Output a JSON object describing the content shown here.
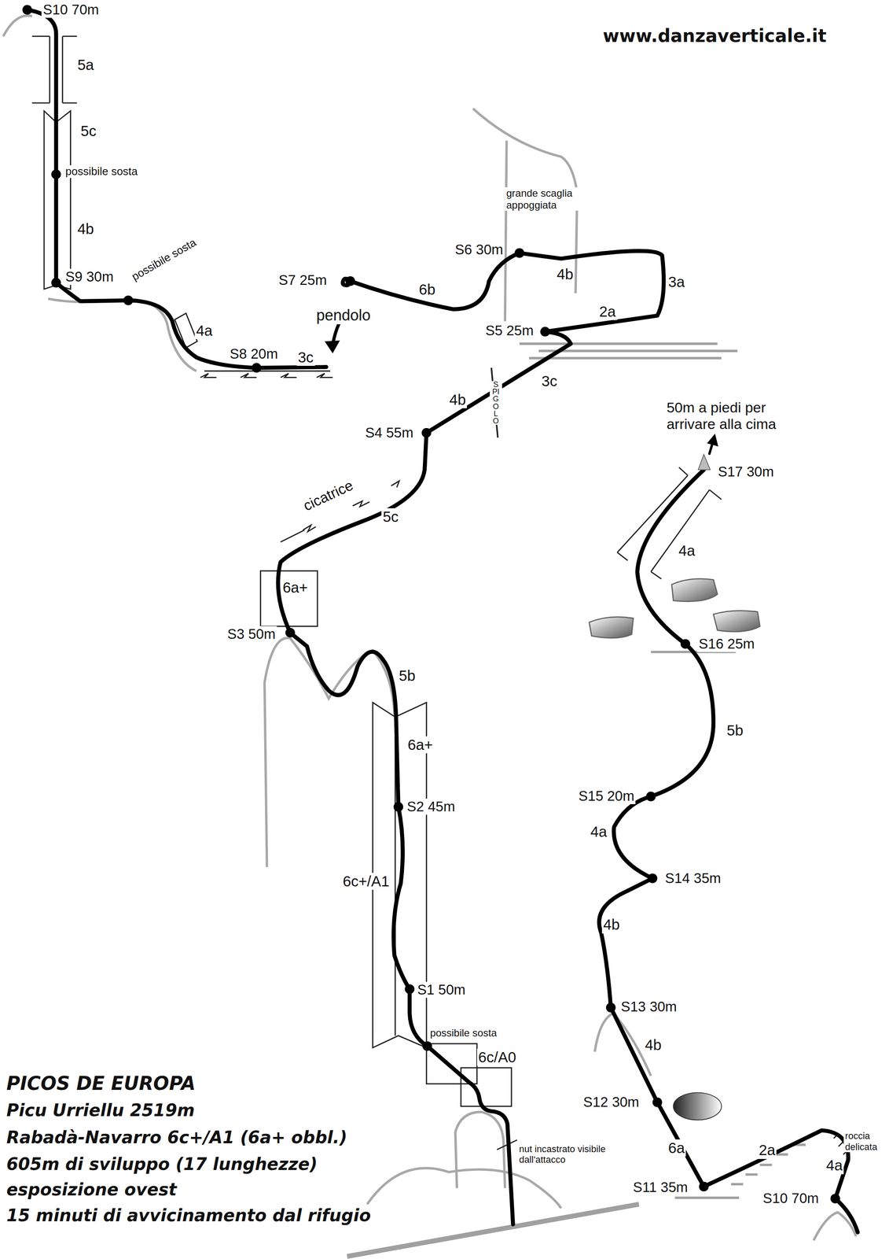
{
  "diagram": {
    "title": "PICOS DE EUROPA",
    "labels": [
      "www.danzaverticale.it",
      "Picu Urriellu 2519m",
      "Rabadà-Navarro 6c+/A1 (6a+ obbl.)",
      "605m di sviluppo (17 lunghezze)",
      "esposizione ovest",
      "15 minuti di avvicinamento dal rifugio",
      "S10 70m",
      "S9 30m",
      "S8 20m",
      "S7 25m",
      "S6 30m",
      "S5 25m",
      "S4 55m",
      "S3 50m",
      "S2 45m",
      "S1 50m",
      "S11 35m",
      "S12 30m",
      "S13 30m",
      "S14 35m",
      "S15 20m",
      "S16 25m",
      "S17 30m",
      "S10 70m",
      "5a",
      "5c",
      "4b",
      "4a",
      "3c",
      "6b",
      "4b",
      "3a",
      "2a",
      "3c",
      "4b",
      "5c",
      "6a+",
      "5b",
      "6a+",
      "6c+/A1",
      "6c/A0",
      "6a",
      "2a",
      "4a",
      "4b",
      "4b",
      "4a",
      "5b",
      "4a",
      "possibile sosta",
      "possibile sosta",
      "pendolo",
      "grande scaglia appoggiata",
      "SPIGOLO",
      "cicatrice",
      "50m a piedi per arrivare alla cima",
      "possibile sosta",
      "nut incastrato visibile dall'attacco",
      "roccia delicata"
    ]
  }
}
